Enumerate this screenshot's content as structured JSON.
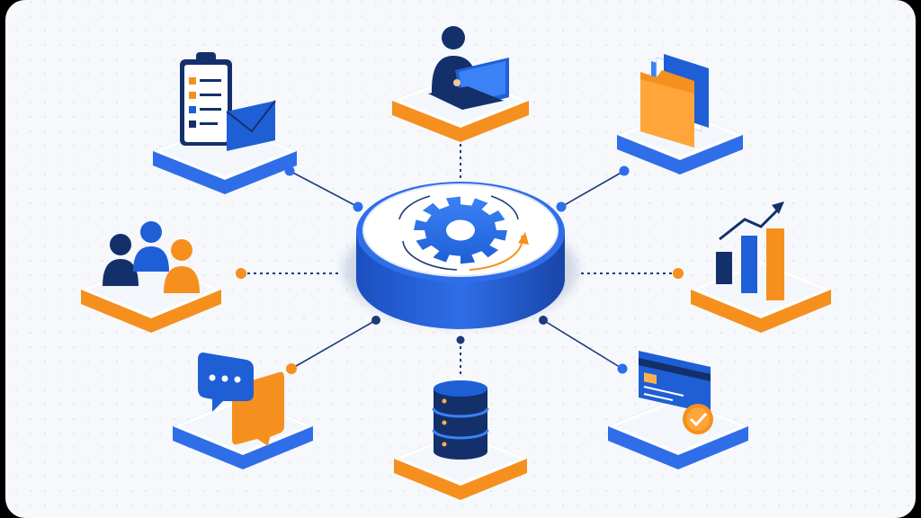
{
  "colors": {
    "background": "#f6f8fc",
    "dot_grid": "#dde3ee",
    "blue": "#1f5fd6",
    "blue_light": "#3b82f6",
    "navy": "#13306b",
    "orange": "#f5901e",
    "orange_light": "#ffb24d",
    "platform_top": "#ffffff",
    "connector": "#1d3b78"
  },
  "hub": {
    "icon": "gear-icon",
    "arrows": [
      "circular-arrow-icon"
    ]
  },
  "nodes": [
    {
      "id": "checklist-email",
      "icon": "clipboard-checklist-icon",
      "secondary_icon": "envelope-icon",
      "accent": "blue",
      "connector": "solid"
    },
    {
      "id": "remote-worker",
      "icon": "person-laptop-icon",
      "accent": "orange",
      "connector": "dotted"
    },
    {
      "id": "documents",
      "icon": "folder-icon",
      "accent": "blue",
      "connector": "solid"
    },
    {
      "id": "team",
      "icon": "users-group-icon",
      "accent": "orange",
      "connector": "dotted"
    },
    {
      "id": "analytics",
      "icon": "bar-chart-growth-icon",
      "accent": "orange",
      "connector": "dotted"
    },
    {
      "id": "messaging",
      "icon": "chat-bubbles-icon",
      "accent": "blue",
      "connector": "solid"
    },
    {
      "id": "database",
      "icon": "database-icon",
      "accent": "orange",
      "connector": "dotted"
    },
    {
      "id": "payment",
      "icon": "credit-card-check-icon",
      "accent": "blue",
      "connector": "solid"
    }
  ]
}
